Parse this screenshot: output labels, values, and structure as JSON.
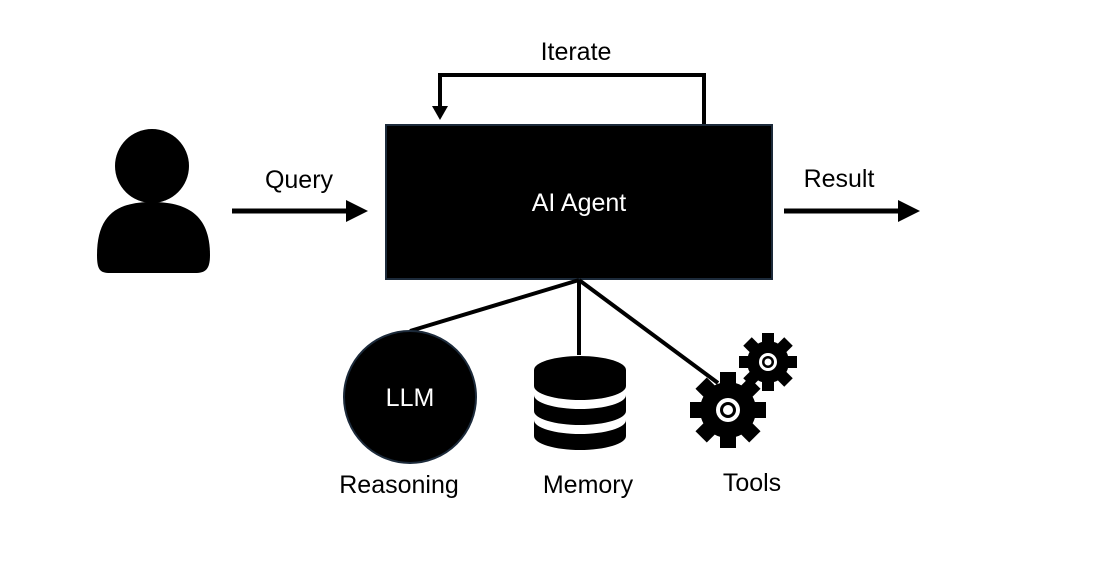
{
  "labels": {
    "iterate": "Iterate",
    "query": "Query",
    "result": "Result",
    "agent": "AI Agent",
    "llm": "LLM",
    "reasoning": "Reasoning",
    "memory": "Memory",
    "tools": "Tools"
  },
  "colors": {
    "ink": "#000000",
    "background": "#ffffff"
  },
  "icons": {
    "user": "user-icon",
    "memory": "database-icon",
    "tools": "gears-icon"
  }
}
